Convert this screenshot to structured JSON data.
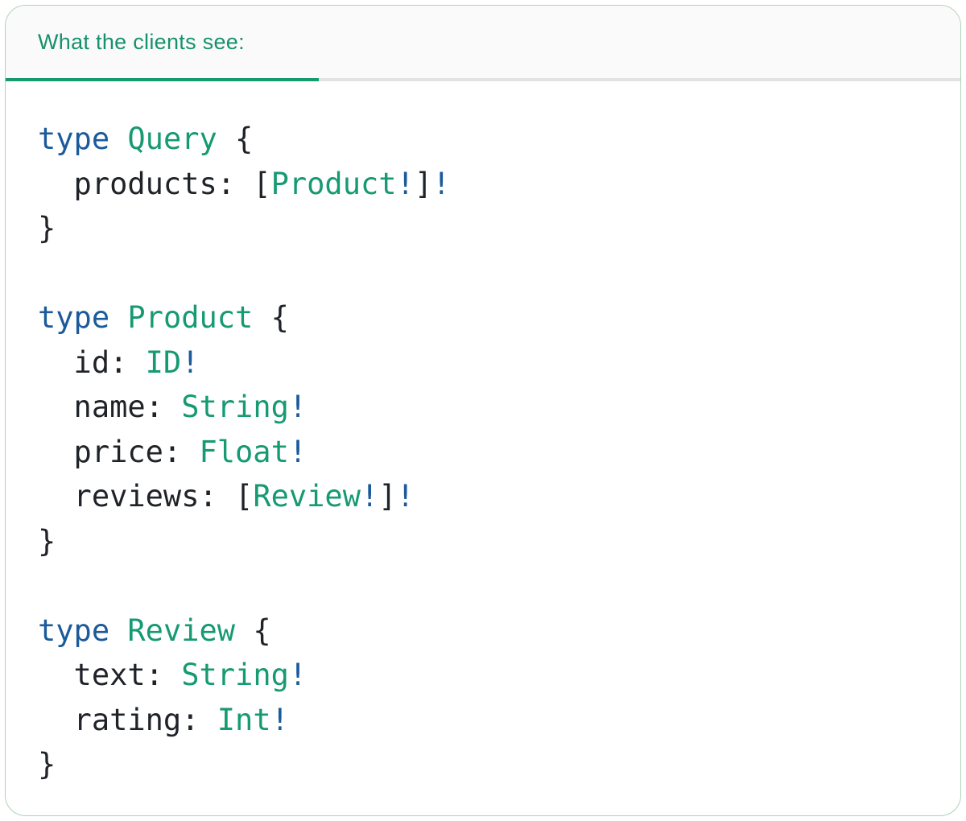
{
  "tab": {
    "label": "What the clients see:"
  },
  "colors": {
    "keyword": "#1b5a9b",
    "type_name": "#169a72",
    "plain": "#1f2328",
    "tab_text": "#17916b",
    "active_tab_underline": "#169a72",
    "divider": "#e2e2e2",
    "card_border": "#aed2b6"
  },
  "code": {
    "lines": [
      [
        {
          "text": "type",
          "color": "keyword"
        },
        {
          "text": " ",
          "color": "plain"
        },
        {
          "text": "Query",
          "color": "type_name"
        },
        {
          "text": " {",
          "color": "plain"
        }
      ],
      [
        {
          "text": "  products: [",
          "color": "plain"
        },
        {
          "text": "Product",
          "color": "type_name"
        },
        {
          "text": "!",
          "color": "keyword"
        },
        {
          "text": "]",
          "color": "plain"
        },
        {
          "text": "!",
          "color": "keyword"
        }
      ],
      [
        {
          "text": "}",
          "color": "plain"
        }
      ],
      [],
      [
        {
          "text": "type",
          "color": "keyword"
        },
        {
          "text": " ",
          "color": "plain"
        },
        {
          "text": "Product",
          "color": "type_name"
        },
        {
          "text": " {",
          "color": "plain"
        }
      ],
      [
        {
          "text": "  id: ",
          "color": "plain"
        },
        {
          "text": "ID",
          "color": "type_name"
        },
        {
          "text": "!",
          "color": "keyword"
        }
      ],
      [
        {
          "text": "  name: ",
          "color": "plain"
        },
        {
          "text": "String",
          "color": "type_name"
        },
        {
          "text": "!",
          "color": "keyword"
        }
      ],
      [
        {
          "text": "  price: ",
          "color": "plain"
        },
        {
          "text": "Float",
          "color": "type_name"
        },
        {
          "text": "!",
          "color": "keyword"
        }
      ],
      [
        {
          "text": "  reviews: [",
          "color": "plain"
        },
        {
          "text": "Review",
          "color": "type_name"
        },
        {
          "text": "!",
          "color": "keyword"
        },
        {
          "text": "]",
          "color": "plain"
        },
        {
          "text": "!",
          "color": "keyword"
        }
      ],
      [
        {
          "text": "}",
          "color": "plain"
        }
      ],
      [],
      [
        {
          "text": "type",
          "color": "keyword"
        },
        {
          "text": " ",
          "color": "plain"
        },
        {
          "text": "Review",
          "color": "type_name"
        },
        {
          "text": " {",
          "color": "plain"
        }
      ],
      [
        {
          "text": "  text: ",
          "color": "plain"
        },
        {
          "text": "String",
          "color": "type_name"
        },
        {
          "text": "!",
          "color": "keyword"
        }
      ],
      [
        {
          "text": "  rating: ",
          "color": "plain"
        },
        {
          "text": "Int",
          "color": "type_name"
        },
        {
          "text": "!",
          "color": "keyword"
        }
      ],
      [
        {
          "text": "}",
          "color": "plain"
        }
      ]
    ]
  }
}
